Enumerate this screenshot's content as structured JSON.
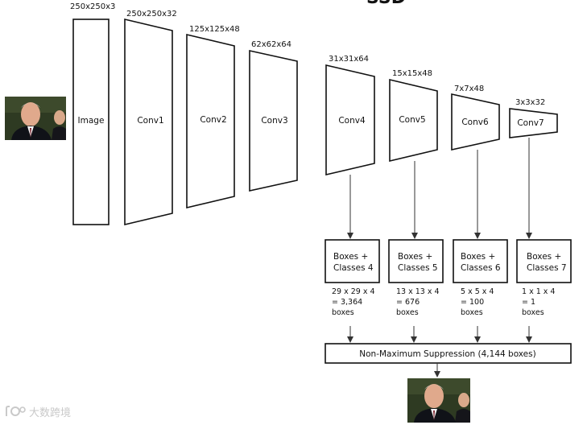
{
  "title_cropped": "SSD",
  "layers": [
    {
      "name": "Image",
      "dims": "250x250x3"
    },
    {
      "name": "Conv1",
      "dims": "250x250x32"
    },
    {
      "name": "Conv2",
      "dims": "125x125x48"
    },
    {
      "name": "Conv3",
      "dims": "62x62x64"
    },
    {
      "name": "Conv4",
      "dims": "31x31x64"
    },
    {
      "name": "Conv5",
      "dims": "15x15x48"
    },
    {
      "name": "Conv6",
      "dims": "7x7x48"
    },
    {
      "name": "Conv7",
      "dims": "3x3x32"
    }
  ],
  "heads": [
    {
      "line1": "Boxes +",
      "line2": "Classes 4",
      "calc": [
        "29 x 29 x 4",
        "= 3,364",
        "boxes"
      ]
    },
    {
      "line1": "Boxes +",
      "line2": "Classes 5",
      "calc": [
        "13 x 13 x 4",
        "= 676",
        "boxes"
      ]
    },
    {
      "line1": "Boxes +",
      "line2": "Classes 6",
      "calc": [
        "5 x 5 x 4",
        "= 100",
        "boxes"
      ]
    },
    {
      "line1": "Boxes +",
      "line2": "Classes 7",
      "calc": [
        "1 x 1 x 4",
        "= 1",
        "boxes"
      ]
    }
  ],
  "nms_label": "Non-Maximum Suppression (4,144 boxes)",
  "watermark": "大数跨境",
  "colors": {
    "stroke": "#111111",
    "background": "#ffffff"
  }
}
